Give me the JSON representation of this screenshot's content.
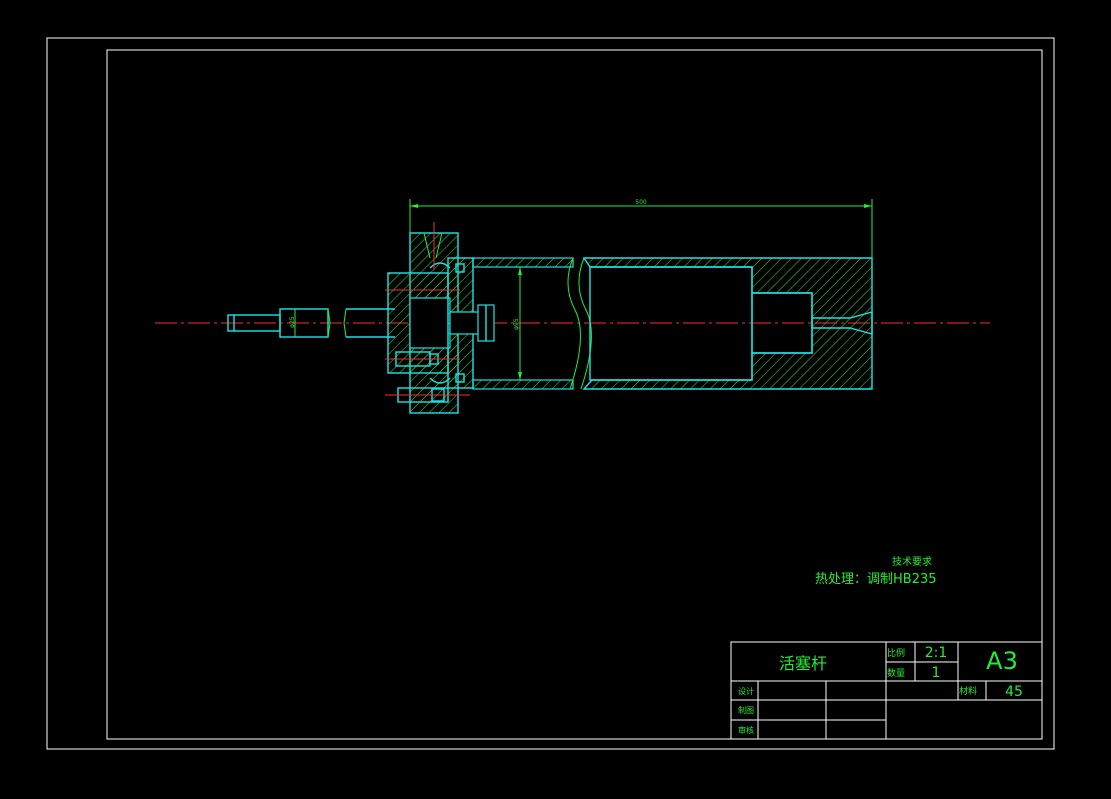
{
  "drawing": {
    "dim_length": "500",
    "dim_rod_dia": "φ25",
    "dim_bore_dia": "φ95"
  },
  "notes": {
    "title": "技术要求",
    "line1": "热处理：调制HB235"
  },
  "title_block": {
    "part_name": "活塞杆",
    "scale_label": "比例",
    "scale_value": "2:1",
    "qty_label": "数量",
    "qty_value": "1",
    "sheet_size": "A3",
    "material_label": "材料",
    "material_value": "45",
    "design_label": "设计",
    "draw_label": "制图",
    "review_label": "审核"
  },
  "colors": {
    "background": "#000000",
    "frame": "#ffffff",
    "outline": "#19e6e6",
    "hatch": "#22ee33",
    "centerline": "#ff2a2a"
  }
}
